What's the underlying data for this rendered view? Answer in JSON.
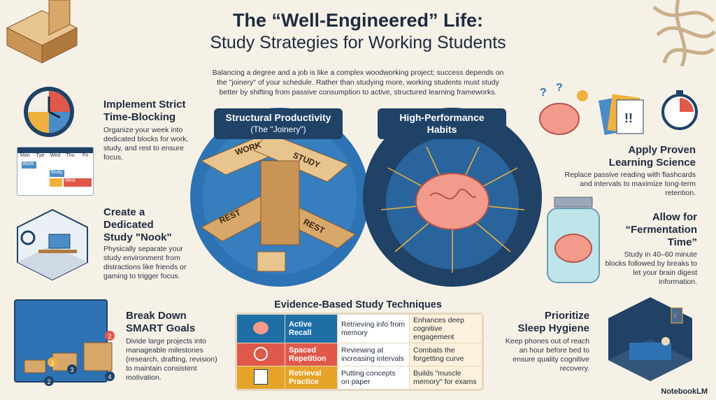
{
  "header": {
    "title_line1": "The “Well-Engineered” Life:",
    "title_line2": "Study Strategies for Working Students",
    "intro": "Balancing a degree and a job is like a complex woodworking project; success depends on the \"joinery\" of your schedule. Rather than studying more, working students must study better by shifting from passive consumption to active, structured learning frameworks."
  },
  "left": {
    "time_blocking": {
      "title_1": "Implement Strict",
      "title_2": "Time-Blocking",
      "body": "Organize your week into dedicated blocks for work, study, and rest to ensure focus."
    },
    "calendar": {
      "days": [
        "Mon",
        "Tue",
        "Wed",
        "Thu",
        "Fri"
      ],
      "blocks": [
        "Work",
        "Study",
        "Rest"
      ]
    },
    "nook": {
      "title_1": "Create a",
      "title_2": "Dedicated",
      "title_3": "Study \"Nook\"",
      "body": "Physically separate your study environment from distractions like friends or gaming to trigger focus."
    },
    "smart": {
      "title_1": "Break Down",
      "title_2": "SMART Goals",
      "body": "Divide large projects into manageable milestones (research, drafting, revision) to maintain consistent motivation.",
      "steps": [
        "1",
        "2",
        "3",
        "4"
      ]
    }
  },
  "center": {
    "structural": {
      "title": "Structural Productivity",
      "subtitle": "(The \"Joinery\")",
      "beams": [
        "WORK",
        "STUDY",
        "REST",
        "REST"
      ]
    },
    "habits": {
      "title_1": "High-Performance",
      "title_2": "Habits"
    }
  },
  "techniques": {
    "title": "Evidence-Based Study Techniques",
    "rows": [
      {
        "name_1": "Active",
        "name_2": "Recall",
        "desc": "Retrieving info from memory",
        "benefit": "Enhances deep cognitive engagement",
        "color": "#1e6fa6",
        "icon": "brain-icon"
      },
      {
        "name_1": "Spaced",
        "name_2": "Repetition",
        "desc": "Reviewing at increasing intervals",
        "benefit": "Combats the forgetting curve",
        "color": "#e0584a",
        "icon": "clocks-icon"
      },
      {
        "name_1": "Retrieval",
        "name_2": "Practice",
        "desc": "Putting concepts on paper",
        "benefit": "Builds \"muscle memory\" for exams",
        "color": "#e5a428",
        "icon": "writing-icon"
      }
    ]
  },
  "right": {
    "learning": {
      "title_1": "Apply Proven",
      "title_2": "Learning Science",
      "body": "Replace passive reading with flashcards and intervals to maximize long-term retention."
    },
    "ferment": {
      "title_1": "Allow for",
      "title_2": "“Fermentation",
      "title_3": "Time”",
      "body": "Study in 40–60 minute blocks followed by breaks to let your brain digest information."
    },
    "sleep": {
      "title_1": "Prioritize",
      "title_2": "Sleep Hygiene",
      "body": "Keep phones out of reach an hour before bed to ensure quality cognitive recovery."
    }
  },
  "brand": "NotebookLM"
}
